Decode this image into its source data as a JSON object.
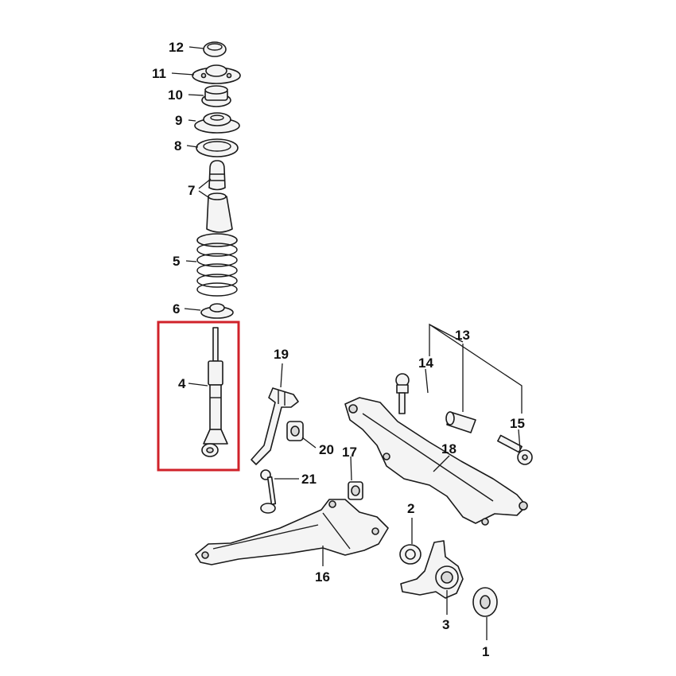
{
  "diagram": {
    "callouts": {
      "c1": "1",
      "c2": "2",
      "c3": "3",
      "c4": "4",
      "c5": "5",
      "c6": "6",
      "c7": "7",
      "c8": "8",
      "c9": "9",
      "c10": "10",
      "c11": "11",
      "c12": "12",
      "c13": "13",
      "c14": "14",
      "c15": "15",
      "c16": "16",
      "c17": "17",
      "c18": "18",
      "c19": "19",
      "c20": "20",
      "c21": "21"
    },
    "highlighted_part": "4",
    "colors": {
      "highlight_border": "#d0222a",
      "line": "#1a1a1a",
      "background": "#ffffff"
    }
  }
}
